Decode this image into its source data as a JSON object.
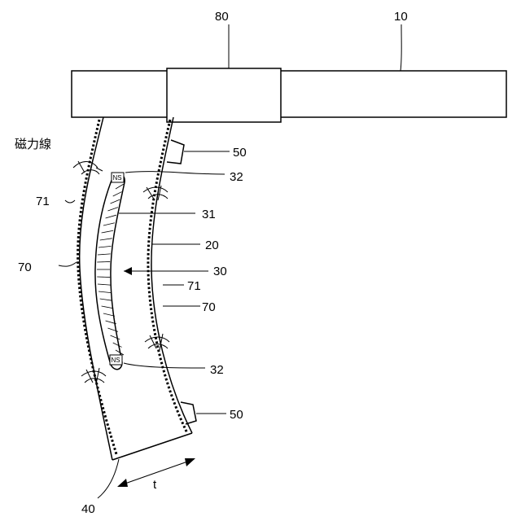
{
  "labels": {
    "rail_10": "10",
    "slider_80": "80",
    "field_lines": "磁力線",
    "spring_71_left": "71",
    "spring_70_left": "70",
    "sensor_50_top": "50",
    "magnet_32_top": "32",
    "member_31": "31",
    "member_20": "20",
    "unit_30": "30",
    "spring_71_right": "71",
    "spring_70_right": "70",
    "magnet_32_bottom": "32",
    "sensor_50_bottom": "50",
    "thickness_t": "t",
    "member_40": "40"
  },
  "magnet": {
    "pole_text": "NS"
  }
}
